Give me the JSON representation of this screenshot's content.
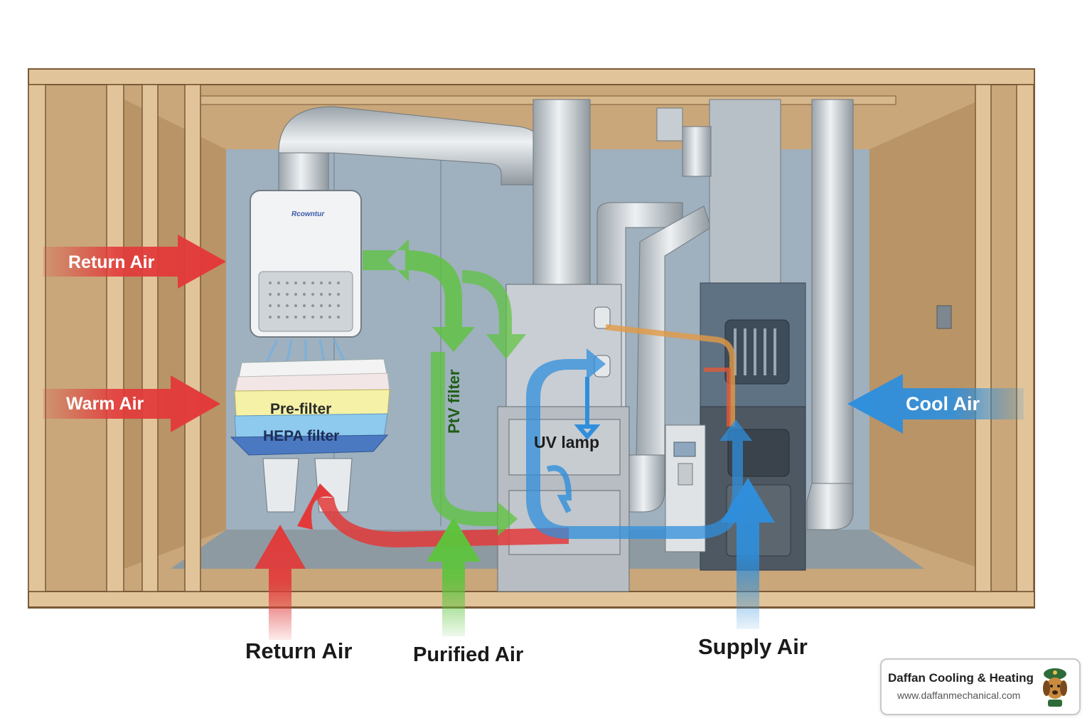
{
  "labels": {
    "return_air_left": "Return Air",
    "warm_air": "Warm Air",
    "cool_air": "Cool Air",
    "pre_filter": "Pre-filter",
    "hepa_filter": "HEPA filter",
    "uv_lamp": "UV lamp",
    "pcv_filter": "PtV filter",
    "purifier_brand": "Rcowntur",
    "return_air_bottom": "Return Air",
    "purified_air": "Purified Air",
    "supply_air": "Supply Air"
  },
  "badge": {
    "company": "Daffan Cooling & Heating",
    "url": "www.daffanmechanical.com",
    "mascot": "dog-mascot-icon"
  },
  "colors": {
    "warm_arrow": "#e23a3a",
    "cool_arrow": "#2f8fdc",
    "purified_arrow": "#5cc43c",
    "wood": "#dcb98e",
    "wall": "#9fb0be",
    "duct": "#cfd4d8"
  }
}
